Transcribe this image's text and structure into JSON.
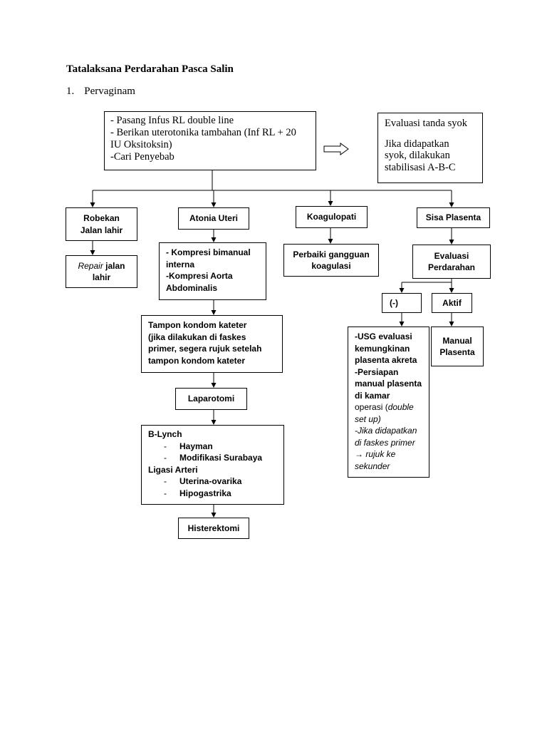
{
  "title": "Tatalaksana Perdarahan Pasca Salin",
  "section": {
    "number": "1.",
    "label": "Pervaginam"
  },
  "top_box": [
    "- Pasang Infus RL double line",
    "- Berikan uterotonika tambahan (Inf RL + 20",
    "IU Oksitoksin)",
    "-Cari Penyebab"
  ],
  "shock_box": {
    "line1": "Evaluasi tanda syok",
    "line2": "Jika didapatkan",
    "line3": "syok, dilakukan",
    "line4": "stabilisasi A-B-C"
  },
  "causes": {
    "robekan": [
      "Robekan",
      "Jalan lahir"
    ],
    "atonia": "Atonia Uteri",
    "koagulopati": "Koagulopati",
    "sisa": "Sisa Plasenta"
  },
  "repair": {
    "italic": "Repair",
    "rest": " jalan",
    "line2": "lahir"
  },
  "kompresi": [
    "- Kompresi bimanual",
    "interna",
    "-Kompresi Aorta",
    "Abdominalis"
  ],
  "tampon": [
    "Tampon kondom kateter",
    "(jika dilakukan di faskes",
    "primer, segera rujuk setelah",
    "tampon kondom kateter"
  ],
  "laparotomi": "Laparotomi",
  "blynch": {
    "title": "B-Lynch",
    "dash": "-",
    "items": [
      "Hayman",
      "Modifikasi Surabaya"
    ],
    "title2": "Ligasi Arteri",
    "items2": [
      "Uterina-ovarika",
      "Hipogastrika"
    ]
  },
  "histerektomi": "Histerektomi",
  "perbaiki": [
    "Perbaiki gangguan",
    "koagulasi"
  ],
  "evaluasi": [
    "Evaluasi",
    "Perdarahan"
  ],
  "neg": "(-)",
  "aktif": "Aktif",
  "manual": [
    "Manual",
    "Plasenta"
  ],
  "usg": {
    "bold": [
      "-USG evaluasi",
      "kemungkinan",
      "plasenta akreta",
      "-Persiapan",
      "manual plasenta",
      "di kamar"
    ],
    "mixed_pre": "operasi (",
    "mixed_it": "double",
    "it1": "set up)",
    "it2": "-Jika didapatkan",
    "it3": "di faskes primer",
    "arrow": "→",
    "it4": " rujuk ke",
    "it5": "sekunder"
  }
}
